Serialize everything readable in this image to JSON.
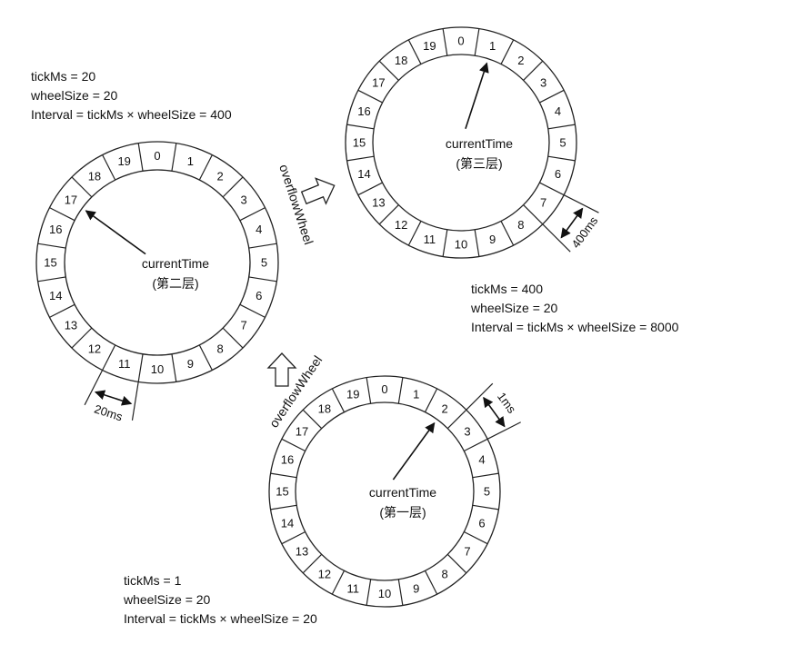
{
  "wheels": [
    {
      "id": "wheel-level-1",
      "center_text": "currentTime",
      "layer_text": "(第一层)",
      "segments": [
        "0",
        "1",
        "2",
        "3",
        "4",
        "5",
        "6",
        "7",
        "8",
        "9",
        "10",
        "11",
        "12",
        "13",
        "14",
        "15",
        "16",
        "17",
        "18",
        "19"
      ],
      "pointer_slot": 2,
      "tick_label": "1ms",
      "tick_slot": 3,
      "params": [
        "tickMs = 1",
        "wheelSize = 20",
        "Interval = tickMs × wheelSize = 20"
      ]
    },
    {
      "id": "wheel-level-2",
      "center_text": "currentTime",
      "layer_text": "(第二层)",
      "segments": [
        "0",
        "1",
        "2",
        "3",
        "4",
        "5",
        "6",
        "7",
        "8",
        "9",
        "10",
        "11",
        "12",
        "13",
        "14",
        "15",
        "16",
        "17",
        "18",
        "19"
      ],
      "pointer_slot": 17,
      "tick_label": "20ms",
      "tick_slot": 11,
      "params": [
        "tickMs = 20",
        "wheelSize = 20",
        "Interval = tickMs × wheelSize = 400"
      ]
    },
    {
      "id": "wheel-level-3",
      "center_text": "currentTime",
      "layer_text": "(第三层)",
      "segments": [
        "0",
        "1",
        "2",
        "3",
        "4",
        "5",
        "6",
        "7",
        "8",
        "9",
        "10",
        "11",
        "12",
        "13",
        "14",
        "15",
        "16",
        "17",
        "18",
        "19"
      ],
      "pointer_slot": 1,
      "tick_label": "400ms",
      "tick_slot": 7,
      "params": [
        "tickMs = 400",
        "wheelSize = 20",
        "Interval = tickMs × wheelSize = 8000"
      ]
    }
  ],
  "overflow": [
    {
      "id": "overflow-1-to-2",
      "label": "overflowWheel"
    },
    {
      "id": "overflow-2-to-3",
      "label": "overflowWheel"
    }
  ]
}
